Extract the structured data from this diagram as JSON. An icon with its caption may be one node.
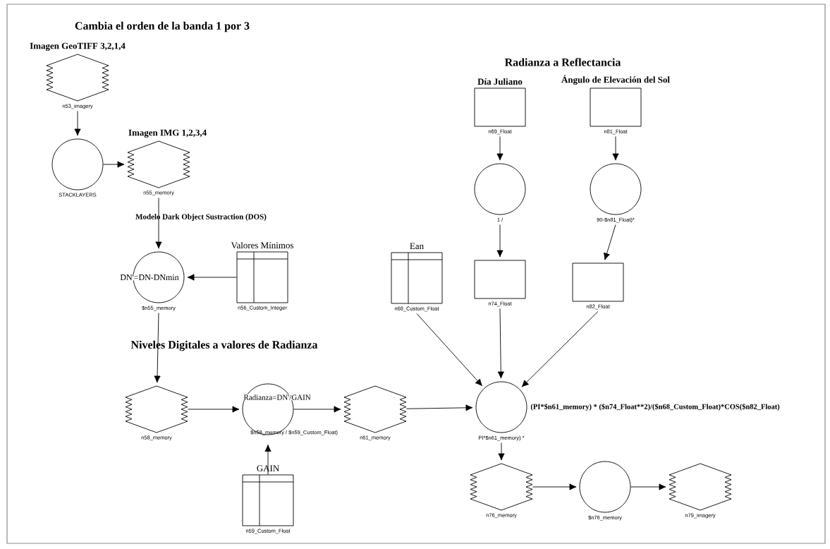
{
  "diagram": {
    "nodes": [
      {
        "text": [
          "Imagen GeoTIFF 3,2,1,4",
          "n53_imagery"
        ]
      },
      {
        "text": [
          "STACKLAYERS"
        ]
      },
      {
        "text": [
          "Imagen IMG 1,2,3,4",
          "n55_memory"
        ]
      },
      {
        "text": [
          "DN'=DN-DNmin",
          "$n55_memory"
        ]
      },
      {
        "text": [
          "Valores Mínimos",
          "n56_Custom_Integer"
        ]
      },
      {
        "text": [
          "n58_memory"
        ]
      },
      {
        "text": [
          "Radianza=DN'/GAIN",
          "$n58_memory / $n59_Custom_Float)"
        ]
      },
      {
        "text": [
          "GAIN",
          "n59_Custom_Float"
        ]
      },
      {
        "text": [
          "n61_memory"
        ]
      },
      {
        "text": [
          "Día Juliano",
          "n69_Float"
        ]
      },
      {
        "text": [
          "Ángulo de Elevación del Sol",
          "n81_Float"
        ]
      },
      {
        "text": [
          "1 /"
        ]
      },
      {
        "text": [
          "90-$n81_Float)*"
        ]
      },
      {
        "text": [
          "Ean",
          "n68_Custom_Float"
        ]
      },
      {
        "text": [
          "n74_Float"
        ]
      },
      {
        "text": [
          "n82_Float"
        ]
      },
      {
        "text": [
          "PI*$n61_memory) *"
        ],
        "beside": [
          "(PI*$n61_memory) * ($n74_Float**2)/($n68_Custom_Float)*COS($n82_Float)"
        ]
      },
      {
        "text": [
          "n76_memory"
        ]
      },
      {
        "text": [
          "$n76_memory"
        ]
      },
      {
        "text": [
          "n79_imagery"
        ]
      }
    ],
    "edges": [
      {
        "from": 0,
        "to": 1,
        "arrow": "to"
      },
      {
        "from": 1,
        "to": 2,
        "arrow": "to"
      },
      {
        "from": 2,
        "to": 3,
        "arrow": "to"
      },
      {
        "from": 4,
        "to": 3,
        "arrow": "to"
      },
      {
        "from": 3,
        "to": 5,
        "arrow": "to"
      },
      {
        "from": 5,
        "to": 6,
        "arrow": "to"
      },
      {
        "from": 7,
        "to": 6,
        "arrow": "to"
      },
      {
        "from": 6,
        "to": 8,
        "arrow": "to"
      },
      {
        "from": 8,
        "to": 16,
        "arrow": "to"
      },
      {
        "from": 9,
        "to": 11,
        "arrow": "to"
      },
      {
        "from": 10,
        "to": 12,
        "arrow": "to"
      },
      {
        "from": 11,
        "to": 14,
        "arrow": "to"
      },
      {
        "from": 12,
        "to": 15,
        "arrow": "to"
      },
      {
        "from": 13,
        "to": 16,
        "arrow": "to"
      },
      {
        "from": 14,
        "to": 16,
        "arrow": "to"
      },
      {
        "from": 15,
        "to": 16,
        "arrow": "to"
      },
      {
        "from": 16,
        "to": 17,
        "arrow": "to"
      },
      {
        "from": 17,
        "to": 18,
        "arrow": "to"
      },
      {
        "from": 18,
        "to": 19,
        "arrow": "to"
      }
    ],
    "labels": [
      "Cambia el orden de la banda 1 por 3",
      "Radianza a Reflectancia",
      "Modelo Dark Object Sustraction (DOS)",
      "Niveles Digitales a valores de Radianza"
    ]
  }
}
